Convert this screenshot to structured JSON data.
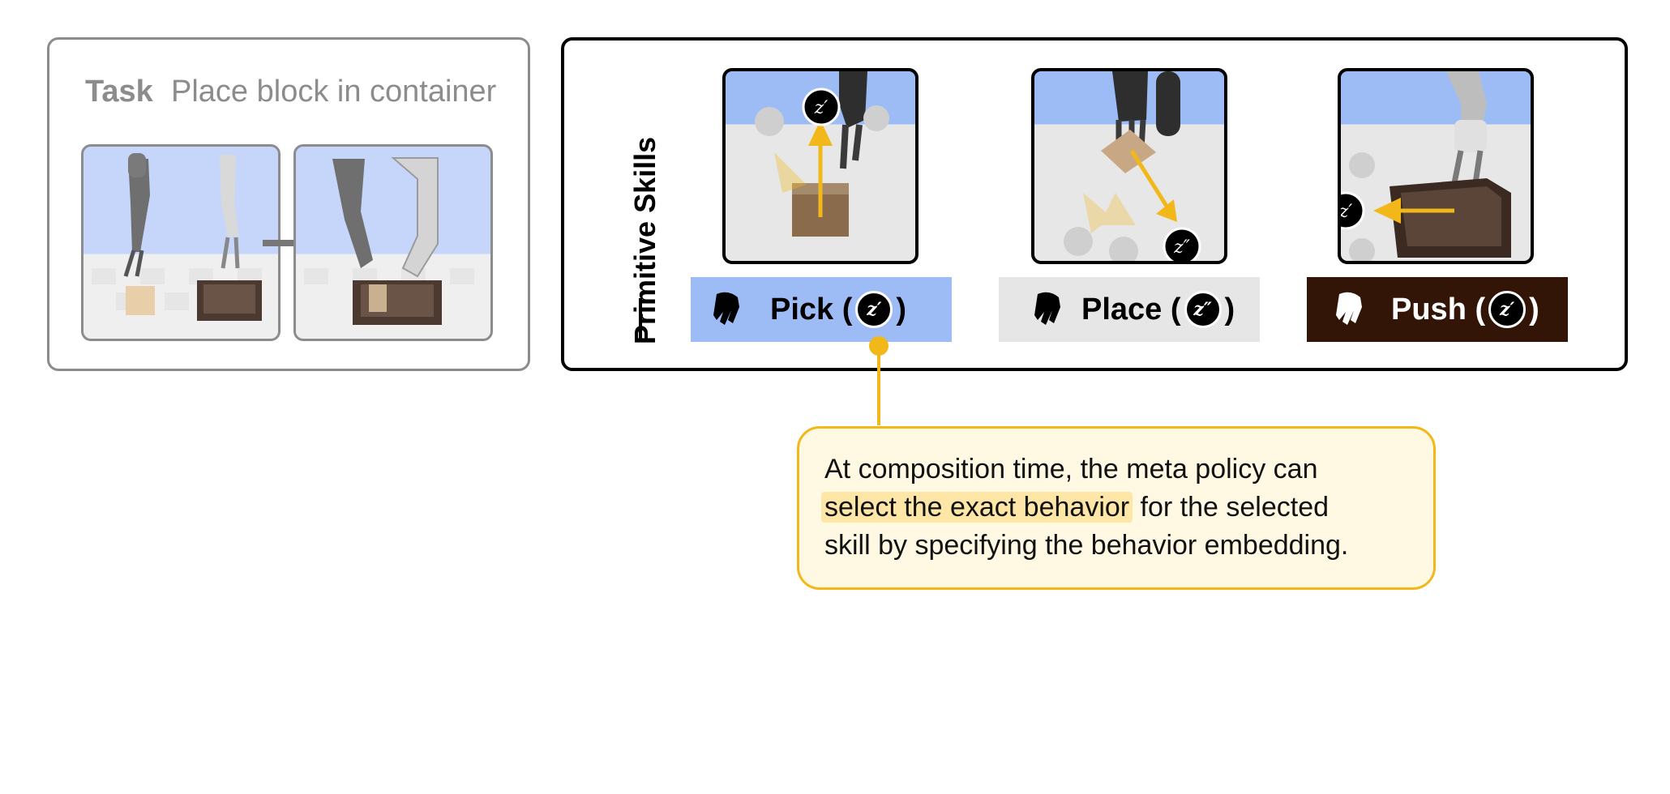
{
  "task": {
    "label": "Task",
    "text": "Place block in container"
  },
  "skills": {
    "heading": "Primitive Skills",
    "items": [
      {
        "name": "Pick (",
        "embedding": "z′",
        "close": ")",
        "bg": "#9dbcf6",
        "fg": "#000000",
        "icon": "robot-hand-icon"
      },
      {
        "name": "Place (",
        "embedding": "z″",
        "close": ")",
        "bg": "#e6e6e6",
        "fg": "#000000",
        "icon": "robot-hand-icon"
      },
      {
        "name": "Push (",
        "embedding": "z′",
        "close": ")",
        "bg": "#331507",
        "fg": "#ffffff",
        "icon": "robot-hand-icon"
      }
    ]
  },
  "callout": {
    "line1": "At composition time, the meta policy can",
    "line2_highlight": "select the exact behavior",
    "line2_rest": " for the selected",
    "line3": "skill by specifying the behavior embedding.",
    "accent": "#f2b81a",
    "fill": "#fff8e3"
  }
}
